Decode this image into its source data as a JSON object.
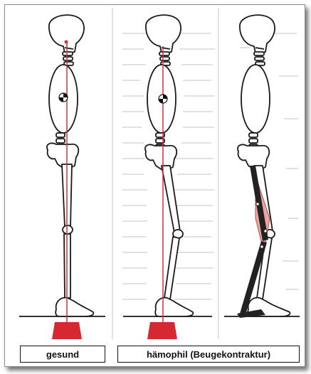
{
  "captions": {
    "healthy": "gesund",
    "hemophilic": "hämophil (Beugekontraktur)"
  },
  "colors": {
    "plumb_line": "#d8303a",
    "base_marker": "#d62830",
    "outline": "#1a1a1a",
    "contracture_shading": "#e9a7a1",
    "ground": "#333333"
  },
  "figures": [
    {
      "name": "healthy-skeleton",
      "posture": "upright",
      "plumb_line": true,
      "center_of_mass_marker": true
    },
    {
      "name": "hemophilic-skeleton-plumb",
      "posture": "flexion-contracture",
      "plumb_line": true,
      "center_of_mass_marker": true
    },
    {
      "name": "hemophilic-skeleton-muscles",
      "posture": "flexion-contracture",
      "plumb_line": false,
      "center_of_mass_marker": false,
      "muscle_highlight": true
    }
  ]
}
